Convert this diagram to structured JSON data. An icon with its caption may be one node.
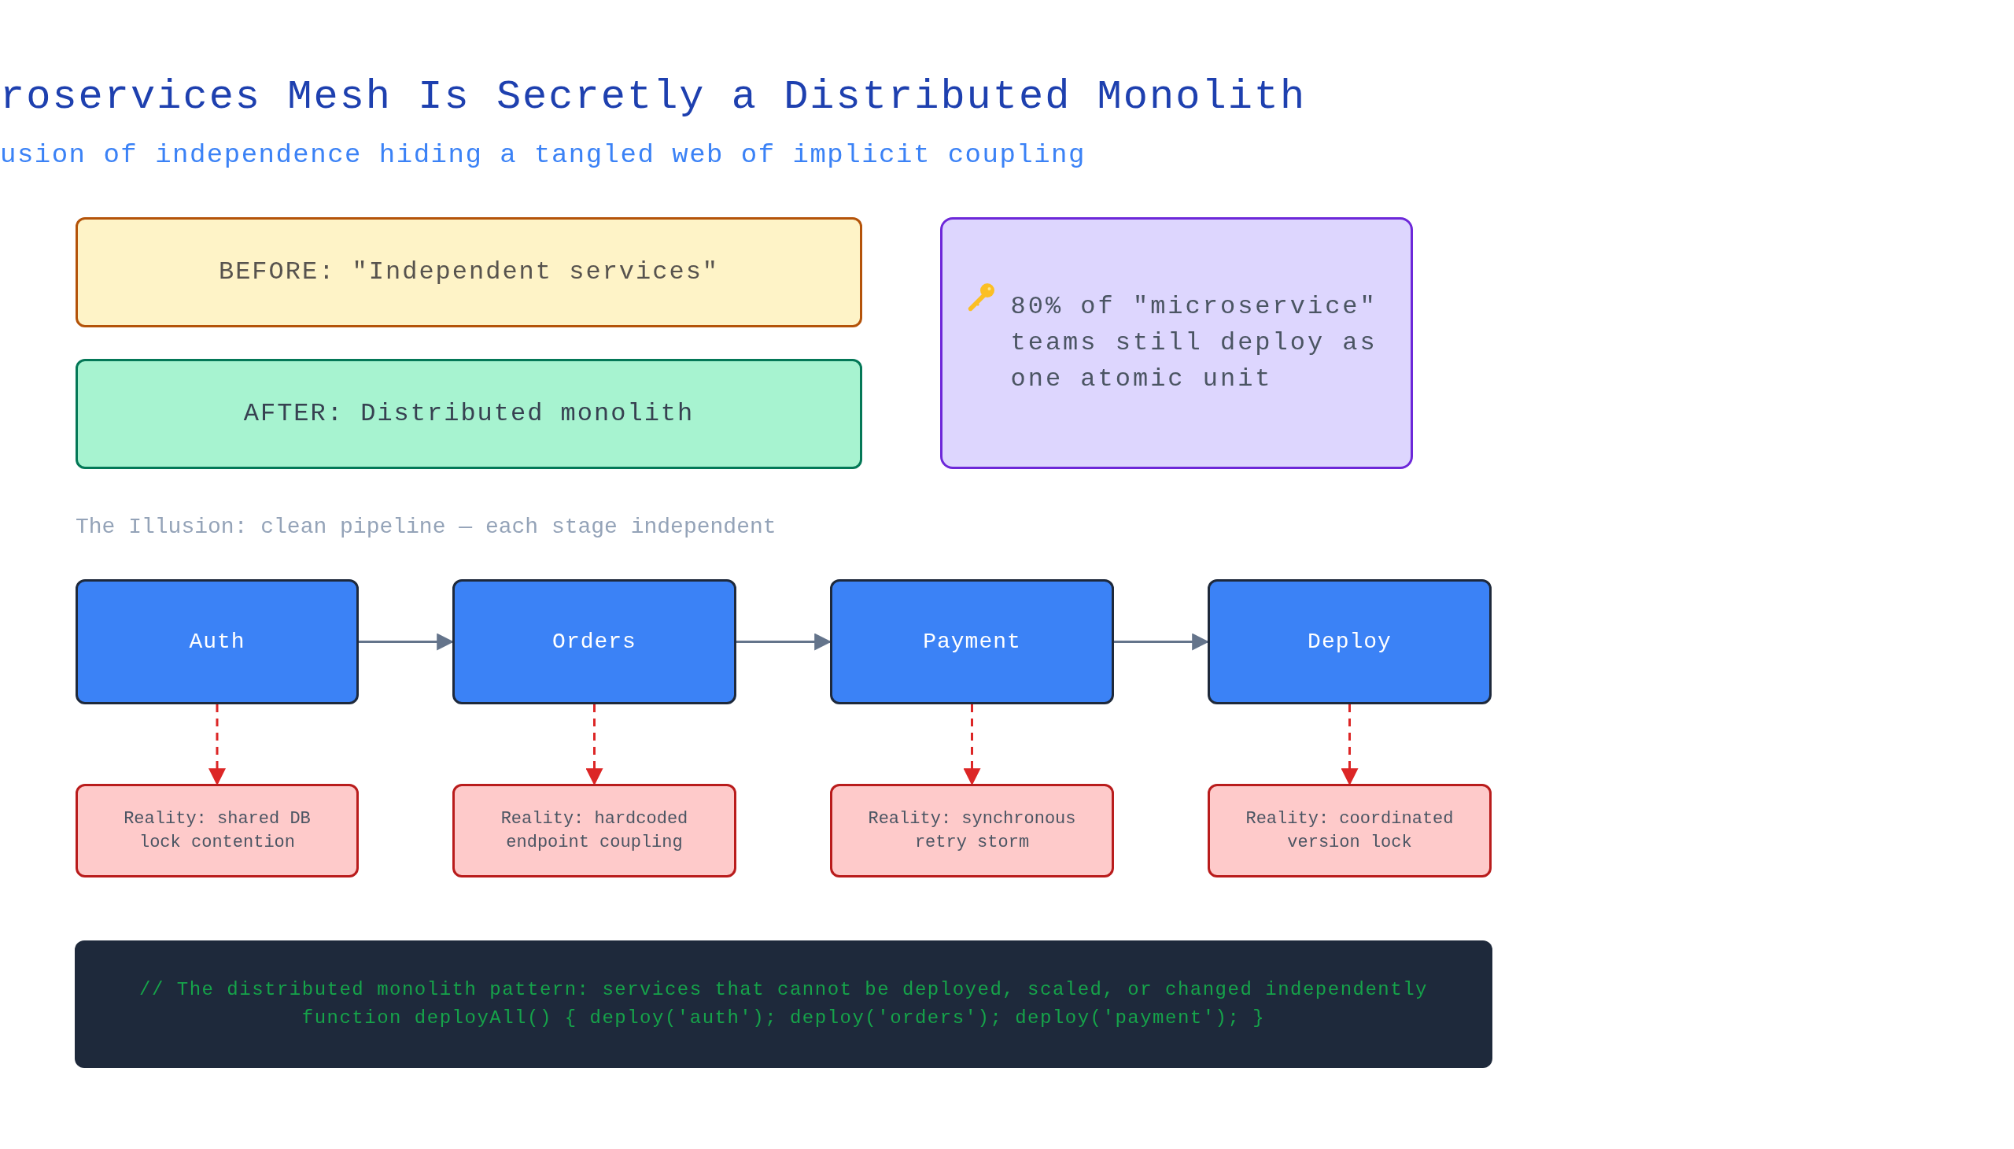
{
  "diagram": {
    "title": "roservices Mesh Is Secretly a Distributed Monolith",
    "nodes": [
      {
        "text": [
          "BEFORE: \"Independent services\""
        ]
      },
      {
        "text": [
          "AFTER: Distributed monolith"
        ]
      },
      {
        "text": [
          "80% of \"microservice\" teams still deploy as one atomic unit"
        ]
      },
      {
        "text": [
          "Auth"
        ]
      },
      {
        "text": [
          "Orders"
        ]
      },
      {
        "text": [
          "Payment"
        ]
      },
      {
        "text": [
          "Deploy"
        ]
      },
      {
        "text": [
          "Reality: shared DB lock contention"
        ]
      },
      {
        "text": [
          "Reality: hardcoded endpoint coupling"
        ]
      },
      {
        "text": [
          "Reality: synchronous retry storm"
        ]
      },
      {
        "text": [
          "Reality: coordinated version lock"
        ]
      },
      {
        "text": [
          "// The distributed monolith pattern: services that cannot be deployed, scaled, or changed independently",
          "function deployAll() { deploy('auth'); deploy('orders'); deploy('payment'); }"
        ]
      }
    ],
    "edges": [
      {
        "from": 3,
        "to": 4,
        "arrow": "to",
        "color": "#64748b"
      },
      {
        "from": 4,
        "to": 5,
        "arrow": "to",
        "color": "#64748b"
      },
      {
        "from": 5,
        "to": 6,
        "arrow": "to",
        "color": "#64748b"
      },
      {
        "from": 3,
        "to": 7,
        "arrow": "to",
        "style": "dashed",
        "color": "#dc2626"
      },
      {
        "from": 4,
        "to": 8,
        "arrow": "to",
        "style": "dashed",
        "color": "#dc2626"
      },
      {
        "from": 5,
        "to": 9,
        "arrow": "to",
        "style": "dashed",
        "color": "#dc2626"
      },
      {
        "from": 6,
        "to": 10,
        "arrow": "to",
        "style": "dashed",
        "color": "#dc2626"
      }
    ],
    "labels": [
      "usion of independence hiding a tangled web of implicit coupling",
      "The Illusion: clean pipeline — each stage independent"
    ]
  }
}
